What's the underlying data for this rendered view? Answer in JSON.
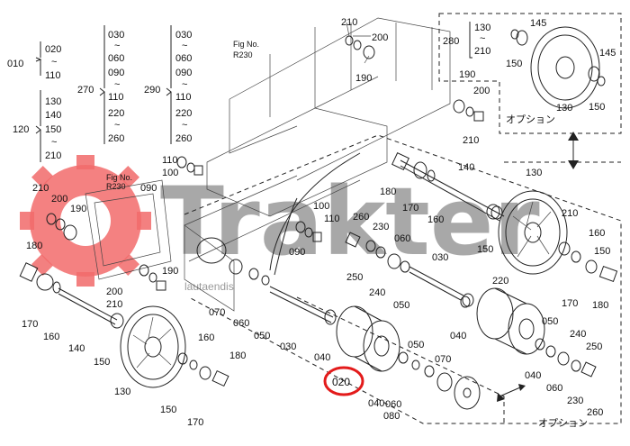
{
  "diagram": {
    "figure_refs": [
      {
        "id": "fig-top",
        "line1": "Fig No.",
        "line2": "R230"
      },
      {
        "id": "fig-left",
        "line1": "Fig No.",
        "line2": "R230"
      }
    ],
    "left_column": {
      "codes_010": [
        "020",
        "~",
        "110"
      ],
      "label_010": "010",
      "codes_120": [
        "130",
        "140",
        "150",
        "~",
        "210"
      ],
      "label_120": "120"
    },
    "mid_column": {
      "codes_270": [
        "030",
        "~",
        "060",
        "090",
        "~",
        "110",
        "220",
        "~",
        "260"
      ],
      "label_270": "270"
    },
    "right_column": {
      "codes_290": [
        "030",
        "~",
        "060",
        "090",
        "~",
        "110",
        "220",
        "~",
        "260"
      ],
      "label_290": "290"
    },
    "option_box_top": {
      "label_280": "280",
      "codes": [
        "130",
        "~",
        "210"
      ],
      "option_text": "オプション",
      "part_labels": [
        "145",
        "150",
        "130",
        "145",
        "150"
      ]
    },
    "option_box_right": {
      "option_text": "オプション",
      "part_labels": [
        "130",
        "150",
        "210",
        "160",
        "170",
        "180",
        "150"
      ]
    },
    "option_box_bottom": {
      "option_text": "オプション"
    },
    "callout": {
      "text": "020",
      "color": "#e31b1b"
    },
    "watermark": {
      "brand": "Trakter",
      "sub": "lautaendis",
      "color": "#f26b6b"
    },
    "part_numbers": {
      "p210_top": "210",
      "p200_top": "200",
      "p190_top": "190",
      "p190_r": "190",
      "p200_r": "200",
      "p210_r": "210",
      "p140_r": "140",
      "p180_m": "180",
      "p170_m": "170",
      "p160_m": "160",
      "p110_a": "110",
      "p100_a": "100",
      "p090_a": "090",
      "p100_b": "100",
      "p110_b": "110",
      "p090_b": "090",
      "p260_c": "260",
      "p230_c": "230",
      "p060_c": "060",
      "p030_c": "030",
      "p250_c": "250",
      "p240_c": "240",
      "p050_c": "050",
      "p220": "220",
      "p040_c": "040",
      "p070_c": "070",
      "p060_d": "060",
      "p050_d": "050",
      "p030_d": "030",
      "p040_d": "040",
      "p050_e": "050",
      "p070_e": "070",
      "p040_e": "040",
      "p060_e": "060",
      "p080_e": "080",
      "p050_f": "050",
      "p240_f": "240",
      "p250_f": "250",
      "p040_f": "040",
      "p060_f": "060",
      "p230_f": "230",
      "p260_f": "260",
      "p210_l": "210",
      "p200_l": "200",
      "p190_l": "190",
      "p180_l": "180",
      "p170_l": "170",
      "p160_l": "160",
      "p140_l": "140",
      "p190_l2": "190",
      "p200_l2": "200",
      "p210_l2": "210",
      "p150_l": "150",
      "p130_l": "130",
      "p160_b": "160",
      "p150_b": "150",
      "p170_b": "170",
      "p180_b": "180",
      "p090_fig": "090"
    }
  }
}
